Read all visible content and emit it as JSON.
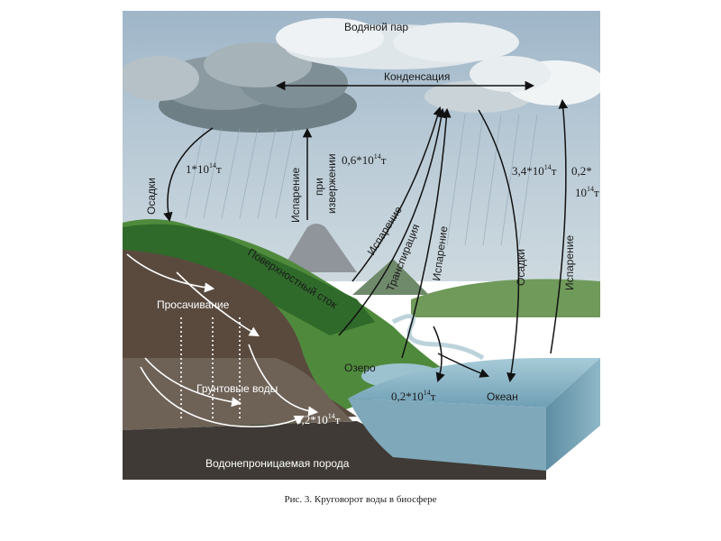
{
  "labels": {
    "vapor": "Водяной пар",
    "condensation": "Конденсация",
    "precip_left": "Осадки",
    "evap_volcano_1": "Испарение",
    "evap_volcano_2": "при",
    "evap_volcano_3": "извержении",
    "evaporation_land": "Испарение",
    "transpiration": "Транспирация",
    "evaporation_lake": "Испарение",
    "precip_right": "Осадки",
    "evap_ocean": "Испарение",
    "surface_runoff": "Поверхностный сток",
    "seepage": "Просачивание",
    "groundwater": "Грунтовые воды",
    "lake": "Озеро",
    "ocean": "Океан",
    "impermeable": "Водонепроницаемая порода"
  },
  "values": {
    "precip_left": {
      "base": "1*10",
      "exp": "14",
      "unit": "т"
    },
    "volcano": {
      "base": "0,6*10",
      "exp": "14",
      "unit": "т"
    },
    "precip_ocean": {
      "base": "3,4*10",
      "exp": "14",
      "unit": "т"
    },
    "evap_ocean_a": "0,2*",
    "evap_ocean_b": {
      "base": "10",
      "exp": "14",
      "unit": "т"
    },
    "lake_runoff": {
      "base": "0,2*10",
      "exp": "14",
      "unit": "т"
    },
    "groundwater": {
      "base": "0,2*10",
      "exp": "14",
      "unit": "т"
    }
  },
  "caption": "Рис. 3. Круговорот воды в биосфере"
}
